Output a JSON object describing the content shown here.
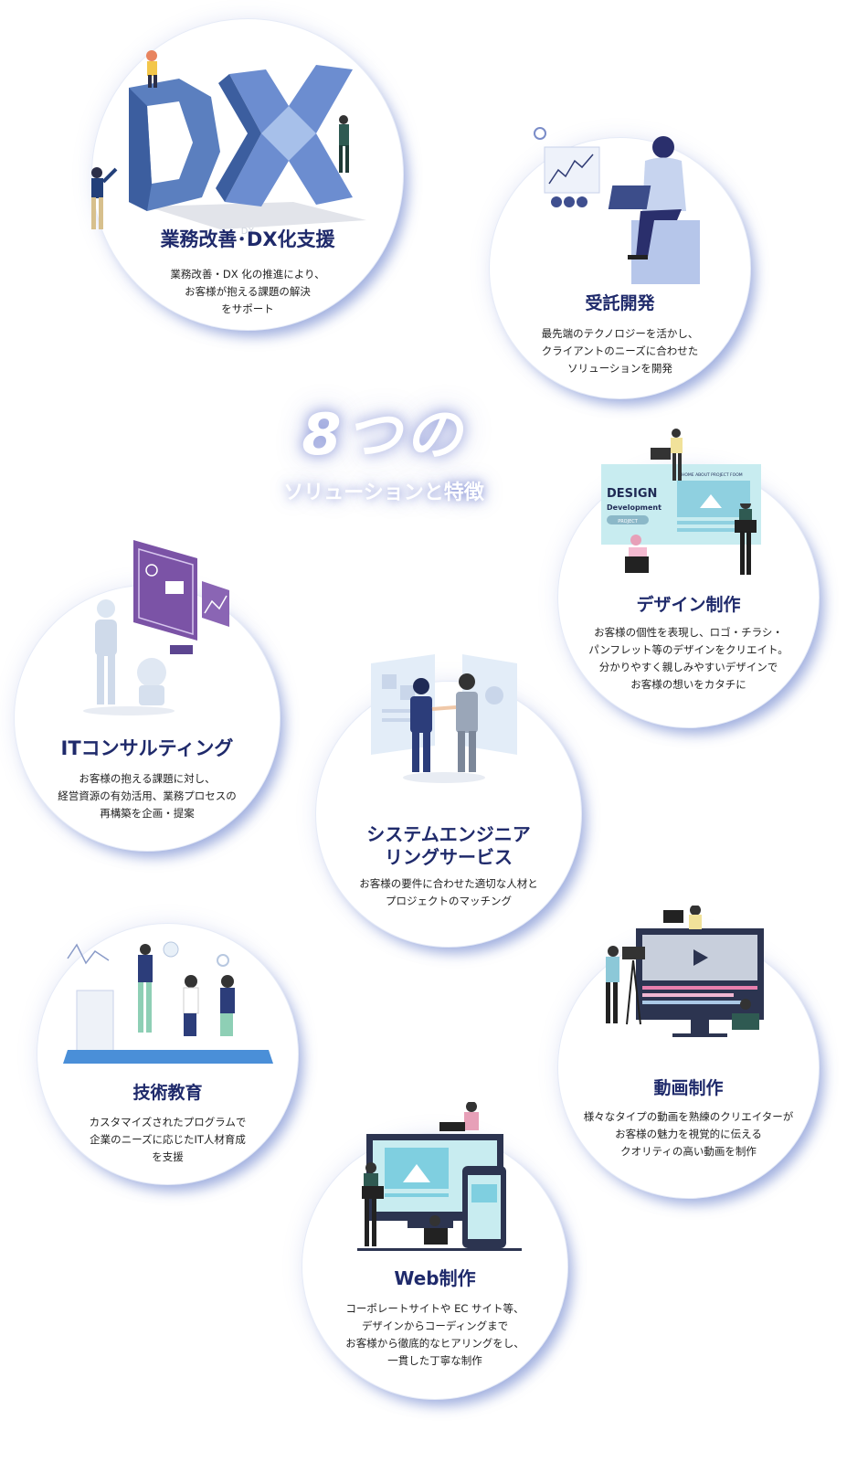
{
  "heading": {
    "number_text": "8つの",
    "subtitle": "ソリューションと特徴"
  },
  "solutions": [
    {
      "title": "業務改善･DX化支援",
      "desc1": "業務改善・DX 化の推進により、",
      "desc2": "お客様が抱える課題の解決",
      "desc3": "をサポート",
      "desc4": ""
    },
    {
      "title": "受託開発",
      "desc1": "最先端のテクノロジーを活かし、",
      "desc2": "クライアントのニーズに合わせた",
      "desc3": "ソリューションを開発",
      "desc4": ""
    },
    {
      "title": "デザイン制作",
      "desc1": "お客様の個性を表現し、ロゴ・チラシ・",
      "desc2": "パンフレット等のデザインをクリエイト。",
      "desc3": "分かりやすく親しみやすいデザインで",
      "desc4": "お客様の想いをカタチに"
    },
    {
      "title": "ITコンサルティング",
      "desc1": "お客様の抱える課題に対し、",
      "desc2": "経営資源の有効活用、業務プロセスの",
      "desc3": "再構築を企画・提案",
      "desc4": ""
    },
    {
      "title": "システムエンジニア",
      "title2": "リングサービス",
      "desc1": "お客様の要件に合わせた適切な人材と",
      "desc2": "プロジェクトのマッチング",
      "desc3": "",
      "desc4": ""
    },
    {
      "title": "技術教育",
      "desc1": "カスタマイズされたプログラムで",
      "desc2": "企業のニーズに応じたIT人材育成",
      "desc3": "を支援",
      "desc4": ""
    },
    {
      "title": "動画制作",
      "desc1": "様々なタイプの動画を熟練のクリエイターが",
      "desc2": "お客様の魅力を視覚的に伝える",
      "desc3": "クオリティの高い動画を制作",
      "desc4": ""
    },
    {
      "title": "Web制作",
      "desc1": "コーポレートサイトや EC サイト等、",
      "desc2": "デザインからコーディングまで",
      "desc3": "お客様から徹底的なヒアリングをし、",
      "desc4": "一貫した丁寧な制作"
    }
  ],
  "illustration_text": {
    "dx": "DX",
    "design1": "DESIGN",
    "design2": "Development",
    "project": "PROJECT",
    "nav": "HOME  ABOUT  PROJECT  FOOM"
  },
  "colors": {
    "title": "#1f2a6b",
    "accent": "#5a74c8",
    "light_blue": "#bcd7ec"
  }
}
